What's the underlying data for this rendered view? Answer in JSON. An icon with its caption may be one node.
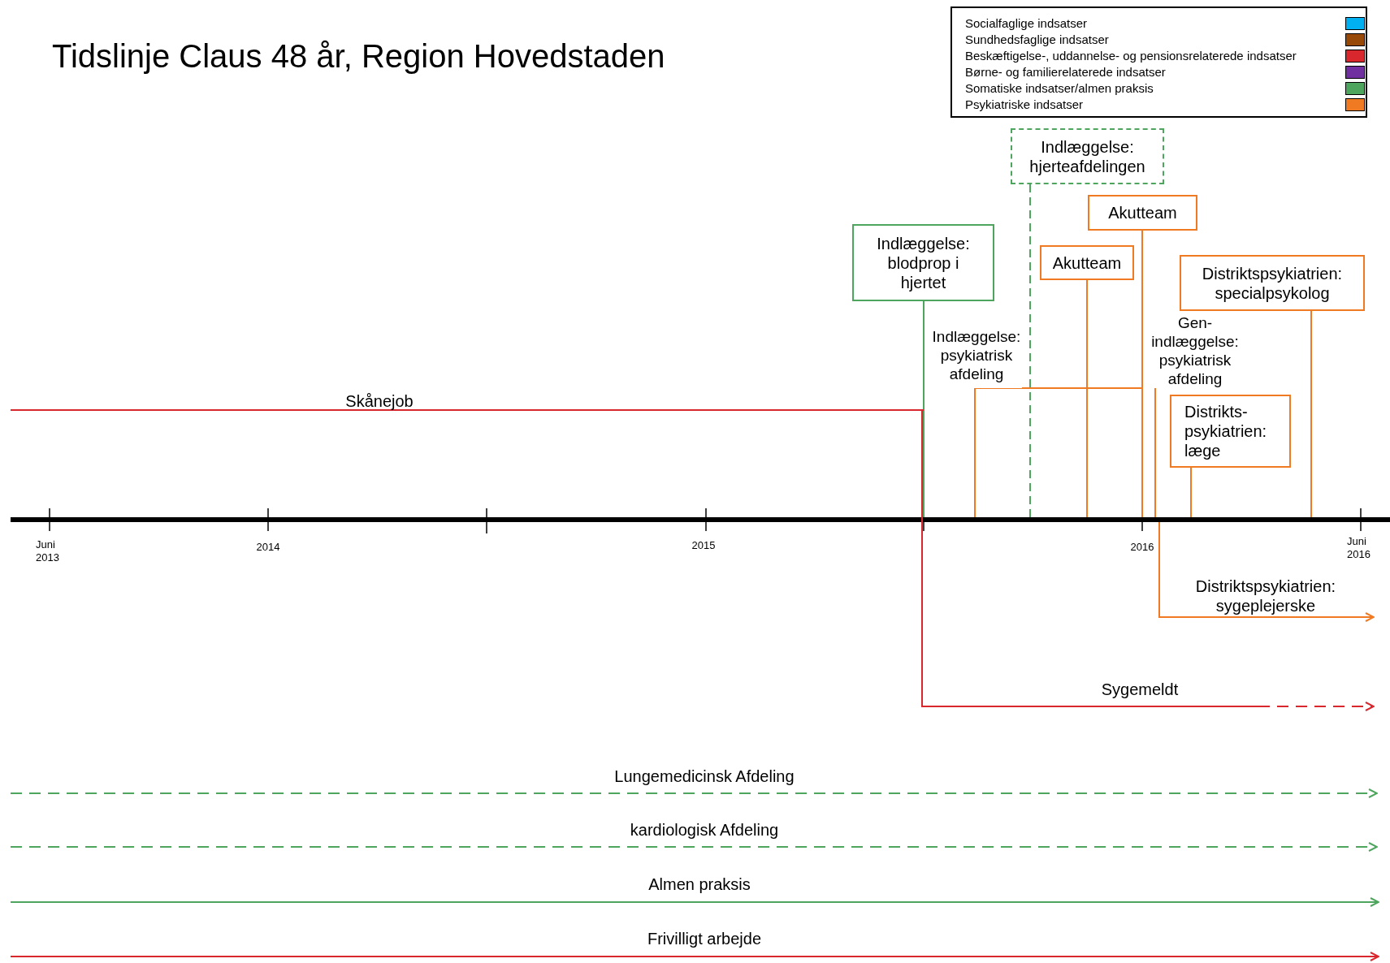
{
  "diagram": {
    "title": "Tidslinje Claus 48 år, Region Hovedstaden",
    "nodes": [
      {
        "text": [
          "Indlæggelse: hjerteafdelingen"
        ]
      },
      {
        "text": [
          "Akutteam"
        ]
      },
      {
        "text": [
          "Indlæggelse: blodprop i hjertet"
        ]
      },
      {
        "text": [
          "Akutteam"
        ]
      },
      {
        "text": [
          "Distriktspsykiatrien: specialpsykolog"
        ]
      },
      {
        "text": [
          "Gen- indlæggelse: psykiatrisk afdeling"
        ]
      },
      {
        "text": [
          "Indlæggelse: psykiatrisk afdeling"
        ]
      },
      {
        "text": [
          "Distrikts- psykiatrien: læge"
        ]
      },
      {
        "text": [],
        "shape": "bar"
      }
    ],
    "edges": [
      {
        "from": 0,
        "to": 8,
        "arrow": "none",
        "style": "dashed",
        "color": "#4ea65e"
      },
      {
        "from": 2,
        "to": 8,
        "arrow": "none",
        "color": "#4ea65e"
      },
      {
        "from": 1,
        "to": 8,
        "arrow": "none"
      },
      {
        "from": 3,
        "to": 8,
        "arrow": "none"
      },
      {
        "from": 4,
        "to": 8,
        "arrow": "none"
      },
      {
        "from": 5,
        "to": 8,
        "arrow": "none"
      },
      {
        "from": 6,
        "to": 8,
        "arrow": "none"
      },
      {
        "from": 7,
        "to": 8,
        "arrow": "none"
      },
      {
        "from": 8,
        "to": null,
        "arrow": "to",
        "label": "Distriktspsykiatrien: sygeplejerske"
      }
    ],
    "labels": [
      "Skånejob",
      "Juni 2013",
      "2014",
      "2015",
      "2016",
      "Juni 2016",
      "Sygemeldt",
      "Lungemedicinsk Afdeling",
      "kardiologisk Afdeling",
      "Almen praksis",
      "Frivilligt arbejde"
    ],
    "legend": [
      {
        "text": "Socialfaglige indsatser",
        "color": "#00b0f0"
      },
      {
        "text": "Sundhedsfaglige indsatser",
        "color": "#984807"
      },
      {
        "text": "Beskæftigelse-, uddannelse- og pensionsrelaterede indsatser",
        "color": "#d9272e"
      },
      {
        "text": "Børne- og familierelaterede indsatser",
        "color": "#7030a0"
      },
      {
        "text": "Somatiske indsatser/almen praksis",
        "color": "#4ea65e"
      },
      {
        "text": "Psykiatriske indsatser",
        "color": "#f07a22"
      }
    ]
  }
}
